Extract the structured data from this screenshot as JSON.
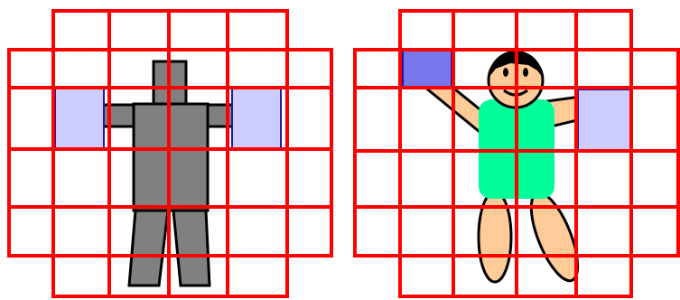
{
  "colors": {
    "grid": "#ff0000",
    "robot_body": "#808080",
    "robot_outline": "#000000",
    "panel_fill": "#ccccff",
    "panel_fill_dark": "#7777ee",
    "panel_stroke": "#1a1aa6",
    "girl_skin": "#ffcc99",
    "girl_dress": "#00ff99",
    "girl_hair": "#000000",
    "background": "#ffffff"
  },
  "figures": [
    {
      "kind": "robot",
      "pose": "arms-out",
      "highlighted_cells": [
        "left-hand",
        "right-hand"
      ]
    },
    {
      "kind": "girl",
      "pose": "waving",
      "highlighted_cells": [
        "raised-hand",
        "lowered-hand"
      ]
    }
  ]
}
